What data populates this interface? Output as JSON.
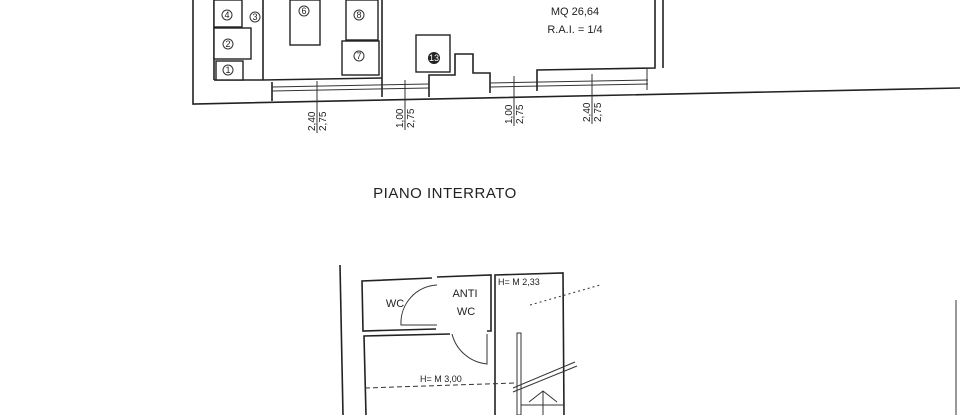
{
  "plan_upper": {
    "room_area": "MQ 26,64",
    "room_rai": "R.A.I. = 1/4",
    "items": [
      "1",
      "2",
      "3",
      "4",
      "6",
      "7",
      "8",
      "13"
    ],
    "dimensions": [
      {
        "top": "2,40",
        "bottom": "2,75"
      },
      {
        "top": "1,00",
        "bottom": "2,75"
      },
      {
        "top": "1,00",
        "bottom": "2,75"
      },
      {
        "top": "2,40",
        "bottom": "2,75"
      }
    ]
  },
  "section_title": "PIANO INTERRATO",
  "plan_lower": {
    "wc_label": "WC",
    "anti_wc_label_1": "ANTI",
    "anti_wc_label_2": "WC",
    "height_small": "H= M 2,33",
    "height_main": "H= M 3,00"
  },
  "colors": {
    "ink": "#222222",
    "paper": "#ffffff"
  }
}
